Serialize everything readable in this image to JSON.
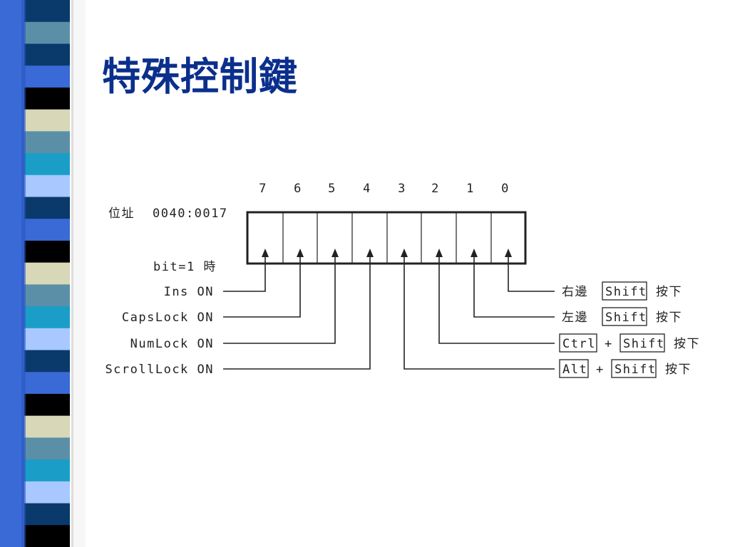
{
  "slide": {
    "title": "特殊控制鍵"
  },
  "diagram": {
    "bit_numbers": [
      "7",
      "6",
      "5",
      "4",
      "3",
      "2",
      "1",
      "0"
    ],
    "address_label": "位址",
    "address_value": "0040:0017",
    "condition_label": "bit=1 時",
    "left_labels": [
      "Ins ON",
      "CapsLock ON",
      "NumLock ON",
      "ScrollLock ON"
    ],
    "right_labels": [
      {
        "prefix": "右邊",
        "keys": [
          "Shift"
        ],
        "suffix": "按下"
      },
      {
        "prefix": "左邊",
        "keys": [
          "Shift"
        ],
        "suffix": "按下"
      },
      {
        "prefix": "",
        "keys": [
          "Ctrl",
          "Shift"
        ],
        "joiner": "+",
        "suffix": "按下"
      },
      {
        "prefix": "",
        "keys": [
          "Alt",
          "Shift"
        ],
        "joiner": "+",
        "suffix": "按下"
      }
    ]
  },
  "colors": {
    "title": "#0b2f8c",
    "strip_colors": [
      "#0a3a6b",
      "#5b8fa8",
      "#d8d8b8",
      "#3a6ad6",
      "#000000",
      "#1a9ec8",
      "#a8c8ff"
    ]
  }
}
